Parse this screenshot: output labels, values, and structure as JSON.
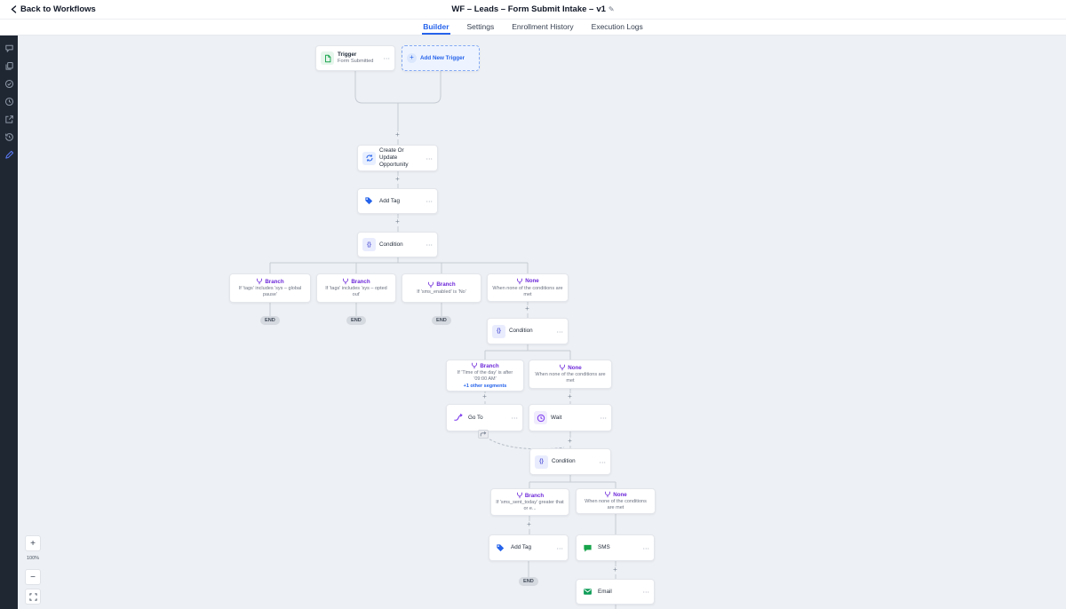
{
  "colors": {
    "accent_blue": "#2563eb",
    "branch_purple": "#6d28d9",
    "success_green": "#16a34a",
    "canvas_bg": "#edf0f4",
    "rail_bg": "#1f2733"
  },
  "header": {
    "back_label": "Back to Workflows",
    "title": "WF – Leads – Form Submit Intake –",
    "version": "v1"
  },
  "tabs": [
    {
      "label": "Builder",
      "active": true
    },
    {
      "label": "Settings",
      "active": false
    },
    {
      "label": "Enrollment History",
      "active": false
    },
    {
      "label": "Execution Logs",
      "active": false
    }
  ],
  "rail_icons": [
    "comment-icon",
    "pages-icon",
    "check-circle-icon",
    "clock-icon",
    "external-link-icon",
    "history-icon",
    "edit-icon"
  ],
  "icons": {
    "dots": "⋯",
    "plus": "+",
    "minus": "−",
    "braces": "{}",
    "pencil": "✎"
  },
  "canvas": {
    "trigger": {
      "title": "Trigger",
      "subtitle": "Form Submitted"
    },
    "add_new_trigger": {
      "label": "Add New Trigger"
    },
    "actions": {
      "opportunity": "Create Or Update Opportunity",
      "add_tag_1": "Add Tag",
      "condition_1": "Condition",
      "condition_2": "Condition",
      "condition_3": "Condition",
      "go_to": "Go To",
      "wait": "Wait",
      "add_tag_2": "Add Tag",
      "sms": "SMS",
      "email": "Email"
    },
    "branches": [
      {
        "title": "Branch",
        "subtitle": "If 'tags' includes 'sys – global pause'"
      },
      {
        "title": "Branch",
        "subtitle": "If 'tags' includes 'sys – opted out'"
      },
      {
        "title": "Branch",
        "subtitle": "If 'sms_enabled' is 'No'"
      },
      {
        "title": "None",
        "subtitle": "When none of the conditions are met"
      },
      {
        "title": "Branch",
        "subtitle": "If 'Time of the day' is after '09:00 AM'",
        "extra": "+1 other segments"
      },
      {
        "title": "None",
        "subtitle": "When none of the conditions are met"
      },
      {
        "title": "Branch",
        "subtitle": "If 'sms_sent_today' greater that or e..."
      },
      {
        "title": "None",
        "subtitle": "When none of the conditions are met"
      }
    ],
    "end_label": "END"
  },
  "zoom": {
    "level": "100%"
  }
}
